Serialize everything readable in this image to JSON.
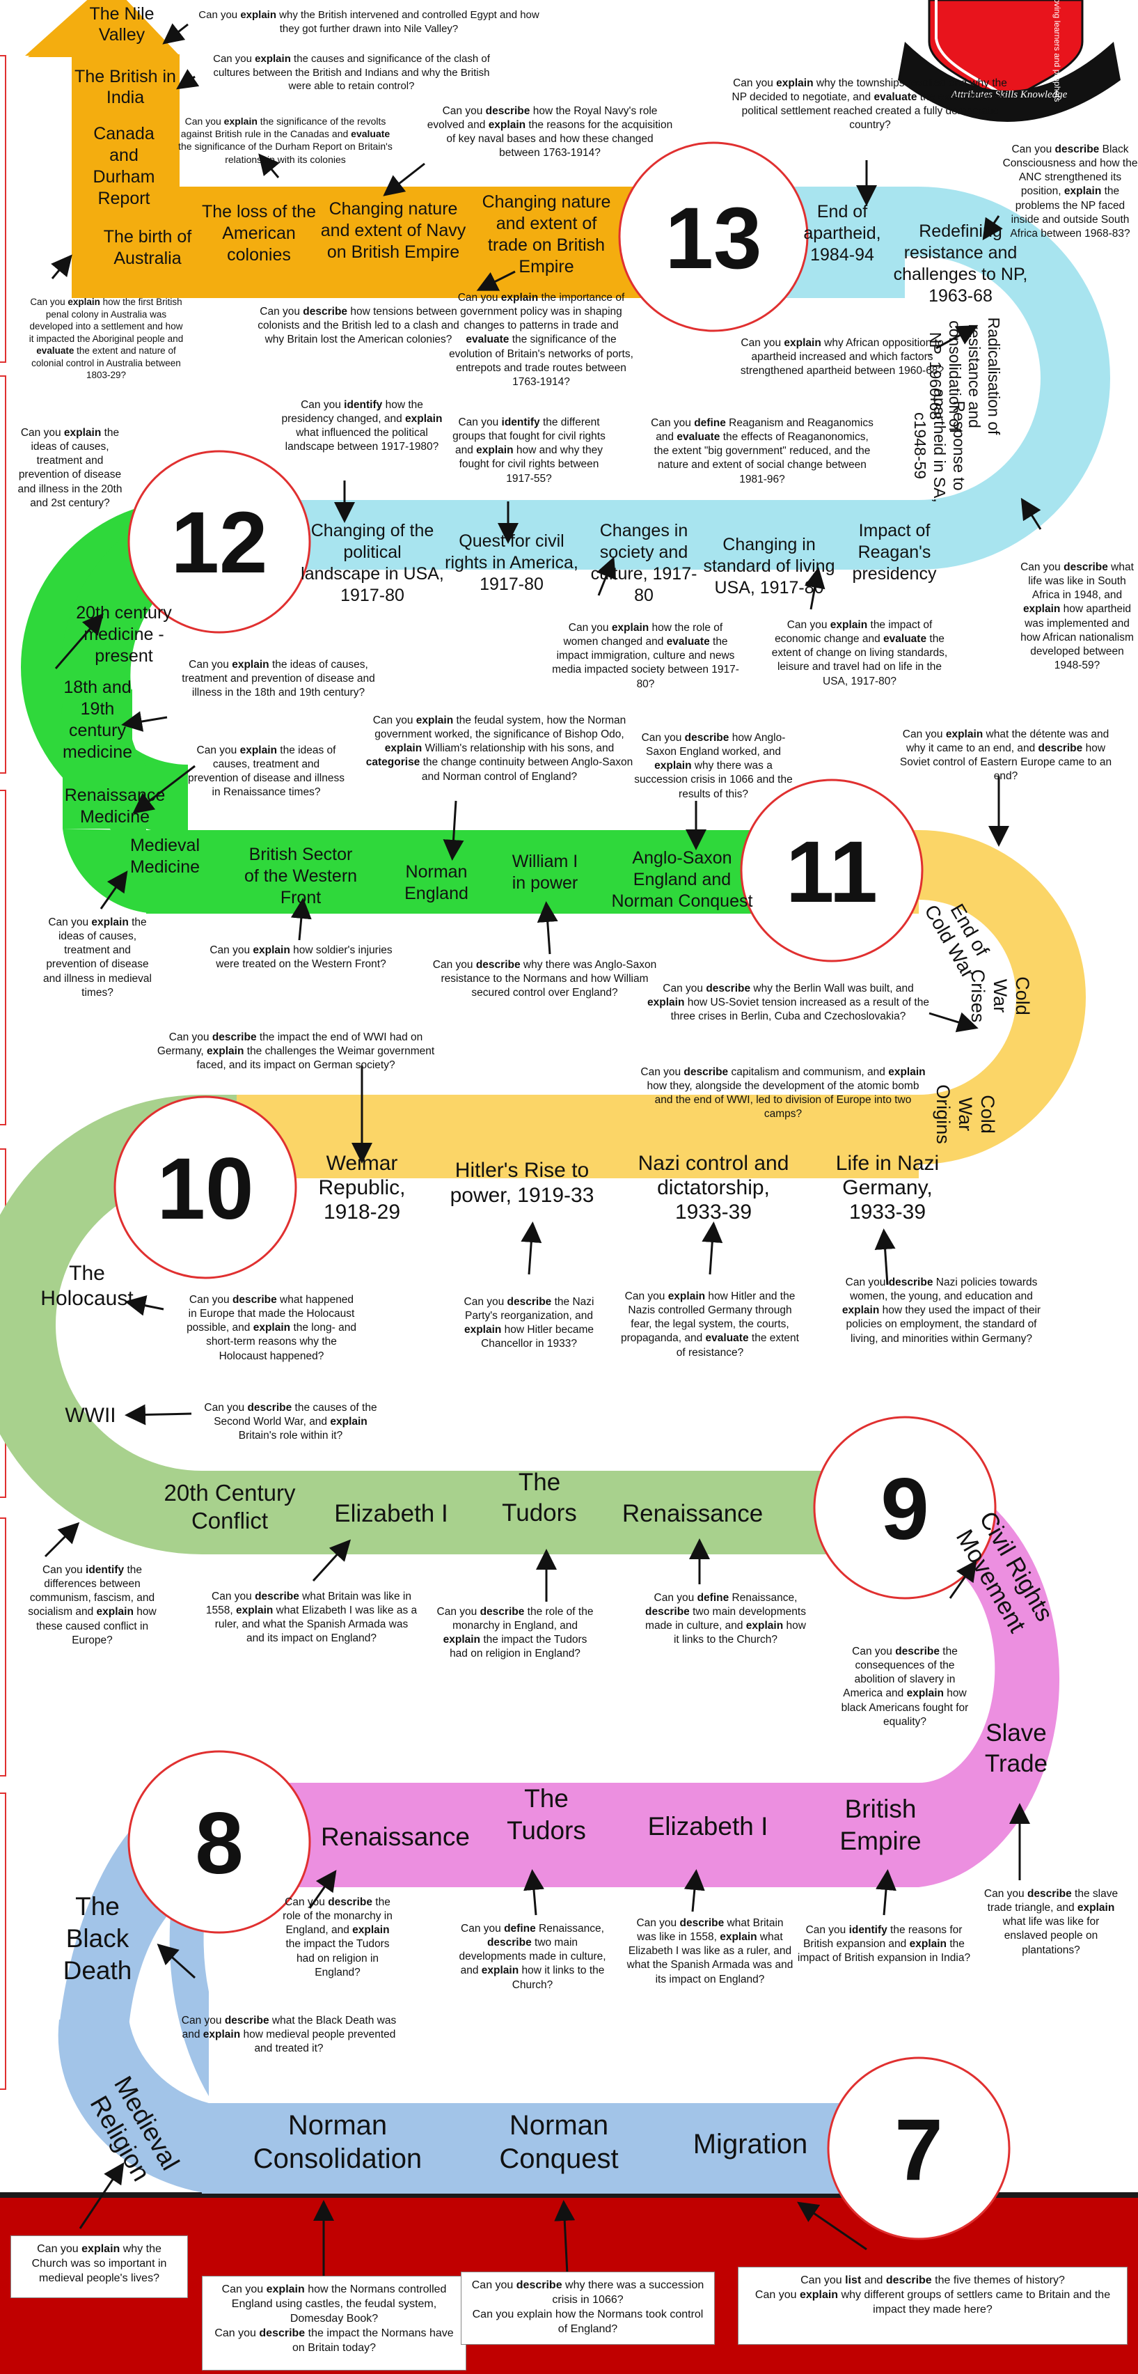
{
  "logo": {
    "ring_text": "intentional, loving learners and prophets",
    "banner_text": "Attributes Skills Knowledge"
  },
  "years": {
    "y13": "13",
    "y12": "12",
    "y11": "11",
    "y10": "10",
    "y9": "9",
    "y8": "8",
    "y7": "7"
  },
  "topics": {
    "y13_nile": [
      "The Nile",
      "Valley"
    ],
    "y13_india": [
      "The British in",
      "India"
    ],
    "y13_canada": [
      "Canada",
      "and",
      "Durham",
      "Report"
    ],
    "y13_australia": [
      "The birth of",
      "Australia"
    ],
    "y13_colonies": [
      "The loss of the",
      "American",
      "colonies"
    ],
    "y13_navy": [
      "Changing nature",
      "and extent of Navy",
      "on British Empire"
    ],
    "y13_trade": [
      "Changing nature",
      "and extent  of",
      "trade on British",
      "Empire"
    ],
    "y13_apartheid_end": [
      "End of",
      "apartheid,",
      "1984-94"
    ],
    "y13_redefining": [
      "Redefining",
      "resistance and",
      "challenges to NP,",
      "1963-68"
    ],
    "y13_radicalisation": [
      "Radicalisation of",
      "resistance and",
      "consolidation of",
      "NP, 1960-68"
    ],
    "y13_response": [
      "Response to",
      "apartheid in SA,",
      "c1948-59"
    ],
    "y12_political": [
      "Changing of the",
      "political",
      "landscape in USA,",
      "1917-80"
    ],
    "y12_civil": [
      "Quest for civil",
      "rights in America,",
      "1917-80"
    ],
    "y12_society": [
      "Changes in",
      "society and",
      "culture, 1917-",
      "80"
    ],
    "y12_living": [
      "Changing in",
      "standard of living",
      "USA, 1917-80"
    ],
    "y12_reagan": [
      "Impact of",
      "Reagan's",
      "presidency"
    ],
    "y12_medicine20": [
      "20th century",
      "medicine -",
      "present"
    ],
    "y12_medicine1819": [
      "18th and",
      "19th",
      "century",
      "medicine"
    ],
    "y12_renaissance": [
      "Renaissance",
      "Medicine"
    ],
    "y12_medieval": [
      "Medieval",
      "Medicine"
    ],
    "y11_sector": [
      "British Sector",
      "of the Western",
      "Front"
    ],
    "y11_norman": [
      "Norman",
      "England"
    ],
    "y11_william": [
      "William I",
      "in power"
    ],
    "y11_anglo": [
      "Anglo-Saxon",
      "England and",
      "Norman Conquest"
    ],
    "y11_endcold": [
      "End of",
      "Cold War"
    ],
    "y11_crises": [
      "Cold",
      "War",
      "Crises"
    ],
    "y11_origins": [
      "Cold",
      "War",
      "Origins"
    ],
    "y10_weimar": [
      "Weimar",
      "Republic,",
      "1918-29"
    ],
    "y10_hitler": [
      "Hitler's Rise to",
      "power, 1919-33"
    ],
    "y10_nazi": [
      "Nazi control and",
      "dictatorship,",
      "1933-39"
    ],
    "y10_life": [
      "Life in Nazi",
      "Germany,",
      "1933-39"
    ],
    "y9_holocaust": [
      "The",
      "Holocaust"
    ],
    "y9_wwii": [
      "WWII"
    ],
    "y9_20th": [
      "20th Century",
      "Conflict"
    ],
    "y9_eliz": [
      "Elizabeth I"
    ],
    "y9_tudors": [
      "The",
      "Tudors"
    ],
    "y9_ren": [
      "Renaissance"
    ],
    "y9_civil": [
      "Civil Rights",
      "Movement"
    ],
    "y9_slave": [
      "Slave",
      "Trade"
    ],
    "y8_ren": [
      "Renaissance"
    ],
    "y8_tudors": [
      "The",
      "Tudors"
    ],
    "y8_eliz": [
      "Elizabeth I"
    ],
    "y8_empire": [
      "British",
      "Empire"
    ],
    "y8_blackdeath": [
      "The",
      "Black",
      "Death"
    ],
    "y7_medrel": [
      "Medieval",
      "Religion"
    ],
    "y7_consol": [
      "Norman",
      "Consolidation"
    ],
    "y7_conquest": [
      "Norman",
      "Conquest"
    ],
    "y7_migration": [
      "Migration"
    ]
  },
  "questions": {
    "q_nile": "Can you <b>explain</b>  why the British intervened and controlled Egypt and how they got further drawn into Nile Valley?",
    "q_india": "Can you <b>explain</b> the causes and significance of the clash of cultures between the British and Indians and why the British were able to retain control?",
    "q_canada": "Can you <b>explain</b> the significance of the revolts against British rule in the Canadas and <b>evaluate</b> the significance of the Durham Report on Britain's relationship with its colonies",
    "q_australia": "Can you <b>explain</b> how the first British penal colony in Australia was developed into a settlement and how it impacted the Aboriginal people and <b>evaluate</b> the extent and nature of colonial control in Australia between 1803-29?",
    "q_navy": "Can you <b>describe</b> how the Royal Navy's role evolved and <b>explain</b> the reasons for the acquisition of key naval bases and how these changed between 1763-1914?",
    "q_colonies": "Can you <b>describe</b> how tensions between colonists and the British led to a clash and why Britain lost the American colonies?",
    "q_trade": "Can you <b>explain</b> the importance of government policy was in shaping changes to patterns in trade and <b>evaluate</b> the significance of the evolution of Britain's networks of ports, entrepots and trade routes between 1763-1914?",
    "q_apartheid_end": "Can you <b>explain</b> why the townships revolted and why the NP decided to negotiate, and <b>evaluate</b> the extent the new political settlement reached created a fully democratic country?",
    "q_redefining": "Can you <b>describe</b> Black Consciousness and how the ANC strengthened its position, <b>explain</b> the problems the NP faced inside and outside South Africa between 1968-83?",
    "q_radical": "Can you <b>explain</b> why African opposition to apartheid increased and which factors strengthened apartheid between 1960-68?",
    "q_response": "Can you <b>describe</b> what life was like in South Africa in 1948, and <b>explain</b> how apartheid was implemented and how African nationalism developed between 1948-59?",
    "q_reagan": "Can you <b>define</b> Reaganism and Reaganomics and <b>evaluate</b> the effects of Reaganonomics, the extent \"big government\" reduced, and the nature and extent of social change between 1981-96?",
    "q_civil": "Can you <b>identify</b> the different groups that fought for civil rights and <b>explain</b> how and why they fought for civil rights between 1917-55?",
    "q_political": "Can you <b>identify</b> how the presidency changed, and <b>explain</b> what influenced the political landscape between 1917-1980?",
    "q_medicine20": "Can you <b>explain</b> the ideas of causes, treatment and prevention of disease and illness in the 20th and 2st century?",
    "q_society": "Can you <b>explain</b> how the role of women changed and <b>evaluate</b> the impact immigration, culture and news media impacted society between 1917-80?",
    "q_living": "Can you <b>explain</b> the impact of economic change and <b>evaluate</b> the extent of change on living standards, leisure and travel had on life in the USA, 1917-80?",
    "q_medicine1819": "Can you <b>explain</b> the ideas of causes, treatment and prevention of disease and illness in the 18th and 19th century?",
    "q_norman": "Can you <b>explain</b>  the feudal system, how the Norman government worked, the significance of Bishop Odo,  <b>explain</b> William's relationship with his sons, and <b>categorise</b> the change continuity between Anglo-Saxon and Norman control of England?",
    "q_anglo": "Can you <b>describe</b> how Anglo-Saxon England worked, and <b>explain</b> why there was a succession crisis in 1066 and the results of this?",
    "q_endcold": "Can you <b>explain</b> what the détente was and why it came to an end, and <b>describe</b> how Soviet control of Eastern Europe came to an end?",
    "q_renmed": "Can you <b>explain</b> the ideas of causes, treatment and prevention of disease and illness in Renaissance times?",
    "q_medmed": "Can you <b>explain</b> the ideas of causes, treatment and prevention of disease and illness in medieval times?",
    "q_sector": "Can you <b>explain</b> how soldier's injuries were treated on the Western Front?",
    "q_william": "Can you <b>describe</b> why there was Anglo-Saxon resistance to the Normans and how William secured control over England?",
    "q_crises": "Can you <b>describe</b> why the Berlin Wall was built, and <b>explain</b> how US-Soviet tension increased as a result of the three crises in Berlin, Cuba and Czechoslovakia?",
    "q_weimar": "Can you <b>describe</b> the impact the end of WWI had on Germany, <b>explain</b> the challenges the Weimar government faced, and its impact on German society?",
    "q_origins": "Can you <b>describe</b> capitalism and communism, and <b>explain</b> how they, alongside the development of the atomic bomb and the end of WWI, led to division of Europe into two camps?",
    "q_holocaust": "Can you <b>describe</b> what happened in Europe that made the Holocaust possible, and <b>explain</b> the long- and short-term reasons why the Holocaust happened?",
    "q_hitler": "Can you <b>describe</b> the Nazi Party's reorganization, and <b>explain</b> how Hitler became Chancellor in 1933?",
    "q_nazi": "Can you <b>explain</b> how Hitler and the Nazis controlled Germany through fear, the legal system, the courts, propaganda, and <b>evaluate</b> the extent of resistance?",
    "q_life": "Can you <b>describe</b> Nazi policies towards women, the young, and education and <b>explain</b> how they used the impact of their policies on employment, the standard of living, and minorities within Germany?",
    "q_wwii": "Can you <b>describe</b> the causes of the Second World War, and <b>explain</b> Britain's role within it?",
    "q_20th": "Can you <b>identify</b> the differences between communism, fascism, and socialism and <b>explain</b> how these caused conflict in Europe?",
    "q_eliz9": "Can you <b>describe</b> what Britain was like in 1558, <b>explain</b> what Elizabeth I was like as a ruler, and what the Spanish Armada was and its impact on England?",
    "q_tudors9": "Can you <b>describe</b> the role of the monarchy in England, and <b>explain</b> the impact the Tudors had on religion in England?",
    "q_ren9": "Can you <b>define</b> Renaissance, <b>describe</b> two main developments made in culture, and <b>explain</b> how it links to the Church?",
    "q_civil9": "Can you <b>describe</b> the consequences of the abolition of slavery in America and <b>explain</b> how black Americans fought for equality?",
    "q_ren8": "Can you <b>describe</b> the role of the monarchy in England, and <b>explain</b> the impact the Tudors had on religion in England?",
    "q_tudors8": "Can you <b>define</b> Renaissance, <b>describe</b> two main developments made in culture, and <b>explain</b> how it links to the Church?",
    "q_eliz8": "Can you <b>describe</b> what Britain was like in 1558, <b>explain</b> what Elizabeth I was like as a ruler, and what the Spanish Armada was and its impact on England?",
    "q_empire8": "Can you <b>identify</b> the reasons for British expansion and <b>explain</b> the impact of British expansion in India?",
    "q_slave": "Can you <b>describe</b> the slave trade triangle, and <b>explain</b> what life was like for enslaved people on plantations?",
    "q_blackdeath": "Can you <b>describe</b> what the Black Death was and <b>explain</b> how medieval people prevented and treated it?",
    "q_church": "Can you <b>explain</b> why the Church was so important in medieval people's lives?",
    "q_consol": "Can you <b>explain</b> how the Normans controlled England using castles, the feudal system, Domesday Book?\nCan you <b>describe</b> the impact the Normans have on Britain today?",
    "q_conquest": "Can you <b>describe</b> why there was a succession crisis in 1066?\nCan you explain how the Normans took control of England?",
    "q_migration": "Can you <b>list</b> and <b>describe</b> the five themes of history?\nCan you <b>explain</b> why different groups of settlers came to Britain and the impact they made here?"
  },
  "colors": {
    "year13": "#f4ad0f",
    "year12_blue": "#a8e4ef",
    "year12_green": "#2fd83b",
    "year11_yellow": "#fbd567",
    "year10_yellow": "#fbd567",
    "year9_green": "#a8d18d",
    "year9_pink": "#ec8fe0",
    "year8_blue": "#a2c4e8",
    "year7_blue": "#a2c4e8",
    "footer_red": "#c00000",
    "circle_border": "#e03030"
  }
}
